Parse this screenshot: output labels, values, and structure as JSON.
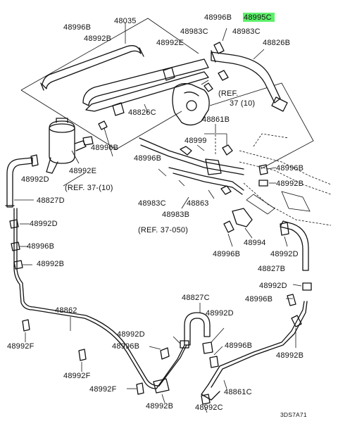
{
  "labels": [
    {
      "id": "p48996B_a",
      "text": "48996B"
    },
    {
      "id": "p48035",
      "text": "48035"
    },
    {
      "id": "p48996B_b",
      "text": "48996B"
    },
    {
      "id": "p48995C",
      "text": "48995C",
      "highlight": true
    },
    {
      "id": "p48992B_a",
      "text": "48992B"
    },
    {
      "id": "p48983C_a",
      "text": "48983C"
    },
    {
      "id": "p48983C_b",
      "text": "48983C"
    },
    {
      "id": "p48992E_a",
      "text": "48992E"
    },
    {
      "id": "p48826B",
      "text": "48826B"
    },
    {
      "id": "ref_37_110_a",
      "text": "(REF."
    },
    {
      "id": "ref_37_110_b",
      "text": "37 (10)"
    },
    {
      "id": "p48826C",
      "text": "48826C"
    },
    {
      "id": "p48861B",
      "text": "48861B"
    },
    {
      "id": "p48999",
      "text": "48999"
    },
    {
      "id": "p48996B_c",
      "text": "48996B"
    },
    {
      "id": "p48992E_b",
      "text": "48992E"
    },
    {
      "id": "p48996B_d",
      "text": "48996B"
    },
    {
      "id": "p48992D_a",
      "text": "48992D"
    },
    {
      "id": "ref_37_10",
      "text": "(REF. 37-(10)"
    },
    {
      "id": "p48996B_e",
      "text": "48996B"
    },
    {
      "id": "p48992B_b",
      "text": "48992B"
    },
    {
      "id": "p48827D",
      "text": "48827D"
    },
    {
      "id": "p48983C_c",
      "text": "48983C"
    },
    {
      "id": "p48863",
      "text": "48863"
    },
    {
      "id": "p48983B",
      "text": "48983B"
    },
    {
      "id": "p48992D_b",
      "text": "48992D"
    },
    {
      "id": "ref_37_050",
      "text": "(REF. 37-050)"
    },
    {
      "id": "p48994",
      "text": "48994"
    },
    {
      "id": "p48996B_f",
      "text": "48996B"
    },
    {
      "id": "p48996B_g",
      "text": "48996B"
    },
    {
      "id": "p48992D_c",
      "text": "48992D"
    },
    {
      "id": "p48992B_c",
      "text": "48992B"
    },
    {
      "id": "p48827B",
      "text": "48827B"
    },
    {
      "id": "p48992D_d",
      "text": "48992D"
    },
    {
      "id": "p48996B_h",
      "text": "48996B"
    },
    {
      "id": "p48862",
      "text": "48862"
    },
    {
      "id": "p48827C",
      "text": "48827C"
    },
    {
      "id": "p48992D_e",
      "text": "48992D"
    },
    {
      "id": "p48992D_f",
      "text": "48992D"
    },
    {
      "id": "p48996B_i",
      "text": "48996B"
    },
    {
      "id": "p48996B_j",
      "text": "48996B"
    },
    {
      "id": "p48992F_a",
      "text": "48992F"
    },
    {
      "id": "p48992B_d",
      "text": "48992B"
    },
    {
      "id": "p48992F_b",
      "text": "48992F"
    },
    {
      "id": "p48992F_c",
      "text": "48992F"
    },
    {
      "id": "p48861C",
      "text": "48861C"
    },
    {
      "id": "p48992B_e",
      "text": "48992B"
    },
    {
      "id": "p48992C",
      "text": "48992C"
    },
    {
      "id": "code",
      "text": "3DS7A71"
    }
  ],
  "colors": {
    "line": "#111111",
    "highlight": "#5df06a",
    "background": "#ffffff"
  }
}
